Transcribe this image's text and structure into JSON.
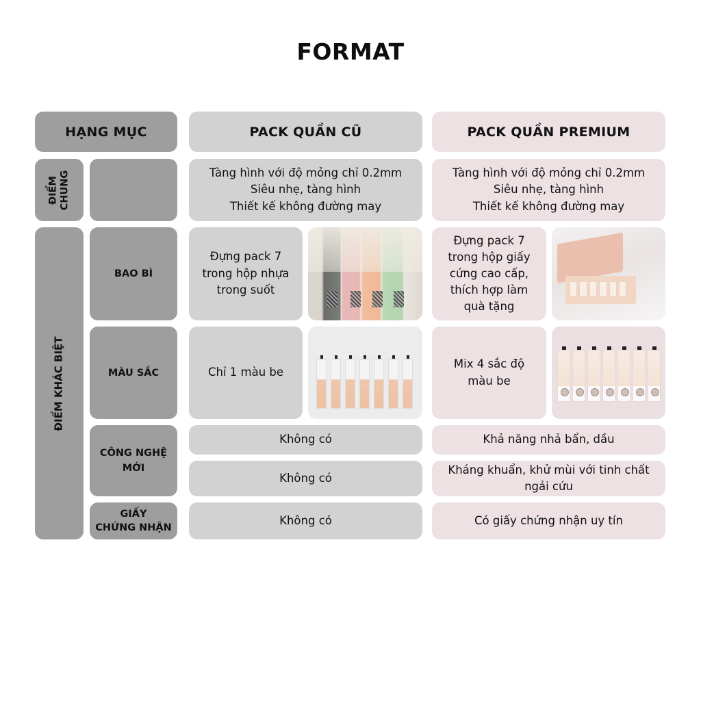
{
  "brand": {
    "logo_text": "FORMAT"
  },
  "header": {
    "category": "HẠNG MỤC",
    "old": "PACK QUẦN CŨ",
    "premium": "PACK QUẦN PREMIUM"
  },
  "common": {
    "group_label": "ĐIỂM CHUNG",
    "group_label_line1": "ĐIỂM",
    "group_label_line2": "CHUNG",
    "old_lines": [
      "Tàng hình với độ mỏng chỉ 0.2mm",
      "Siêu nhẹ, tàng hình",
      "Thiết kế không đường may"
    ],
    "premium_lines": [
      "Tàng hình với độ mỏng chỉ 0.2mm",
      "Siêu nhẹ, tàng hình",
      "Thiết kế không đường may"
    ]
  },
  "differences": {
    "group_label": "ĐIỂM KHÁC BIỆT",
    "rows": [
      {
        "label": "BAO BÌ",
        "old_lines": [
          "Đựng pack 7",
          "trong hộp nhựa",
          "trong suốt"
        ],
        "old_image": "old-packaging-photo",
        "premium_lines": [
          "Đựng pack 7",
          "trong hộp giấy",
          "cứng cao cấp,",
          "thích hợp làm",
          "quà tặng"
        ],
        "premium_image": "premium-gift-box-photo"
      },
      {
        "label": "MÀU SẮC",
        "old_lines": [
          "Chỉ 1 màu be"
        ],
        "old_image": "old-single-beige-photo",
        "premium_lines": [
          "Mix 4 sắc độ",
          "màu be"
        ],
        "premium_image": "premium-mixed-beige-photo"
      },
      {
        "label_lines": [
          "CÔNG NGHỆ",
          "MỚI"
        ],
        "items": [
          {
            "old": "Không có",
            "premium": "Khả năng nhả bẩn, dầu"
          },
          {
            "old": "Không có",
            "premium_lines": [
              "Kháng khuẩn, khử mùi với tinh chất",
              "ngải cứu"
            ]
          }
        ]
      },
      {
        "label_lines": [
          "GIẤY",
          "CHỨNG NHẬN"
        ],
        "old": "Không có",
        "premium": "Có giấy chứng nhận uy tín"
      }
    ]
  },
  "colors": {
    "label_dark": "#9e9e9e",
    "old_column": "#d2d2d2",
    "premium_column": "#ede1e3",
    "text": "#111111"
  }
}
